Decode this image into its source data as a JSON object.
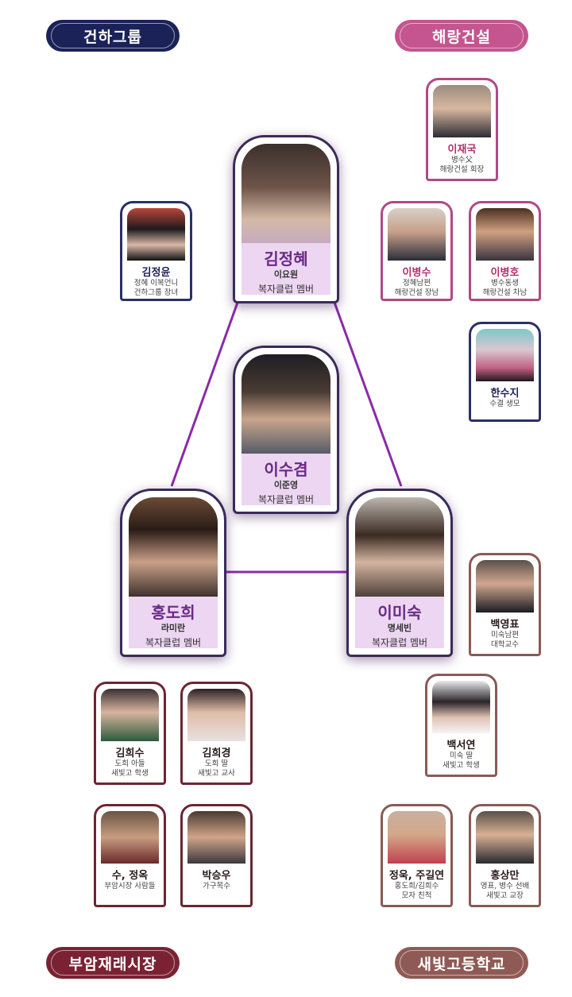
{
  "groups": {
    "top_left": "건하그룹",
    "top_right": "해랑건설",
    "bottom_left": "부암재래시장",
    "bottom_right": "새빛고등학교"
  },
  "main": {
    "center_top": {
      "name": "김정혜",
      "actor": "이요원",
      "role": "복자클럽 멤버"
    },
    "center": {
      "name": "이수겸",
      "actor": "이준영",
      "role": "복자클럽 멤버"
    },
    "left": {
      "name": "홍도희",
      "actor": "라미란",
      "role": "복자클럽 멤버"
    },
    "right": {
      "name": "이미숙",
      "actor": "명세빈",
      "role": "복자클럽 멤버"
    }
  },
  "side": {
    "jungyun": {
      "name": "김정윤",
      "line1": "정혜 이복언니",
      "line2": "건하그룹 장녀"
    },
    "jaeguk": {
      "name": "이재국",
      "line1": "병수父",
      "line2": "해랑건설 회장"
    },
    "byungsu": {
      "name": "이병수",
      "line1": "정혜남편",
      "line2": "해랑건설 장남"
    },
    "byungho": {
      "name": "이병호",
      "line1": "병수동생",
      "line2": "해랑건설 차남"
    },
    "suji": {
      "name": "한수지",
      "line1": "수결 생모",
      "line2": ""
    },
    "youngpyo": {
      "name": "백영표",
      "line1": "미숙남편",
      "line2": "대학교수"
    },
    "seoyeon": {
      "name": "백서연",
      "line1": "미숙 딸",
      "line2": "새빛고 학생"
    },
    "heesu": {
      "name": "김희수",
      "line1": "도희 아들",
      "line2": "새빛고 학생"
    },
    "heegyeong": {
      "name": "김희경",
      "line1": "도희 딸",
      "line2": "새빛고 교사"
    },
    "sujeongok": {
      "name": "수, 정옥",
      "line1": "부암시장 사람들",
      "line2": ""
    },
    "parkseungwoo": {
      "name": "박승우",
      "line1": "가구목수",
      "line2": ""
    },
    "jeongok2": {
      "name": "정욱, 주길연",
      "line1": "홍도희/김희수",
      "line2": "모자 친척"
    },
    "hongsangman": {
      "name": "홍상만",
      "line1": "영표, 병수 선배",
      "line2": "새빛고 교장"
    }
  },
  "colors": {
    "navy": "#1a2258",
    "pink": "#c4558f",
    "maroon": "#7a2233",
    "brown": "#8f5a55",
    "line": "#8a2ba8",
    "panel": "#ecd6f2"
  }
}
